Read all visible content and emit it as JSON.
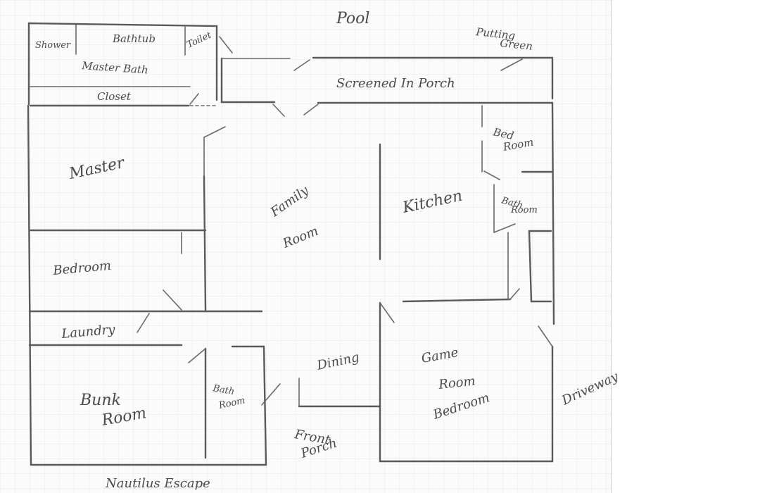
{
  "labels": {
    "pool": "Pool",
    "putting_green_line1": "Putting",
    "putting_green_line2": "Green",
    "shower": "Shower",
    "bathtub": "Bathtub",
    "toilet": "Toilet",
    "master_bath": "Master Bath",
    "closet": "Closet",
    "screened_porch": "Screened In Porch",
    "bed_room_line1": "Bed",
    "bed_room_line2": "Room",
    "master": "Master",
    "family_line1": "Family",
    "family_line2": "Room",
    "kitchen": "Kitchen",
    "bath_room_right_line1": "Bath",
    "bath_room_right_line2": "Room",
    "bedroom_left": "Bedroom",
    "laundry": "Laundry",
    "dining": "Dining",
    "game_line1": "Game",
    "game_line2": "Room",
    "game_line3": "Bedroom",
    "driveway": "Driveway",
    "bunk_line1": "Bunk",
    "bunk_line2": "Room",
    "bath_room_bottom_line1": "Bath",
    "bath_room_bottom_line2": "Room",
    "front_porch_line1": "Front",
    "front_porch_line2": "Porch",
    "title": "Nautilus Escape"
  }
}
